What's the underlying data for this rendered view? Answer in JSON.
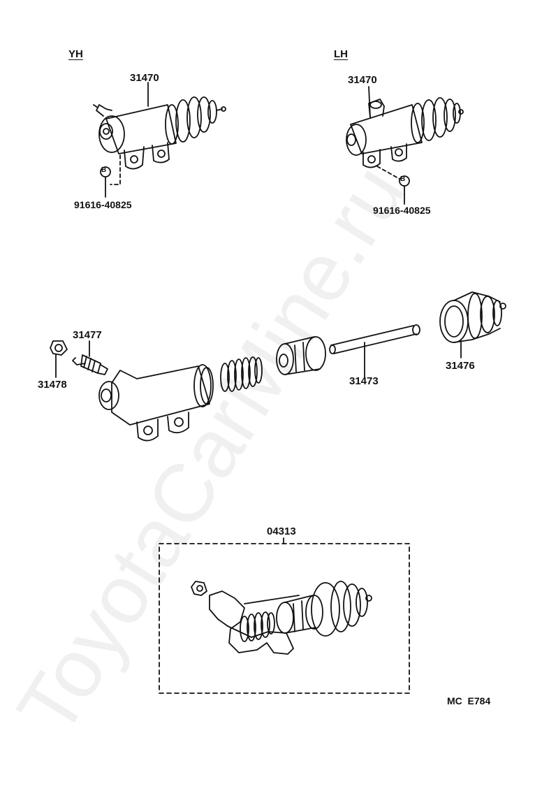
{
  "labels": {
    "yh": "YH",
    "lh": "LH",
    "yh_cylinder": "31470",
    "yh_bolt": "91616-40825",
    "lh_cylinder": "31470",
    "lh_bolt": "91616-40825",
    "bolt_marker": "B",
    "bleeder_plug": "31477",
    "bleeder_cap": "31478",
    "push_rod": "31473",
    "boot": "31476",
    "kit": "04313",
    "figure_code": "MC  E784"
  },
  "watermark": "ToyotaCarMine.ru"
}
